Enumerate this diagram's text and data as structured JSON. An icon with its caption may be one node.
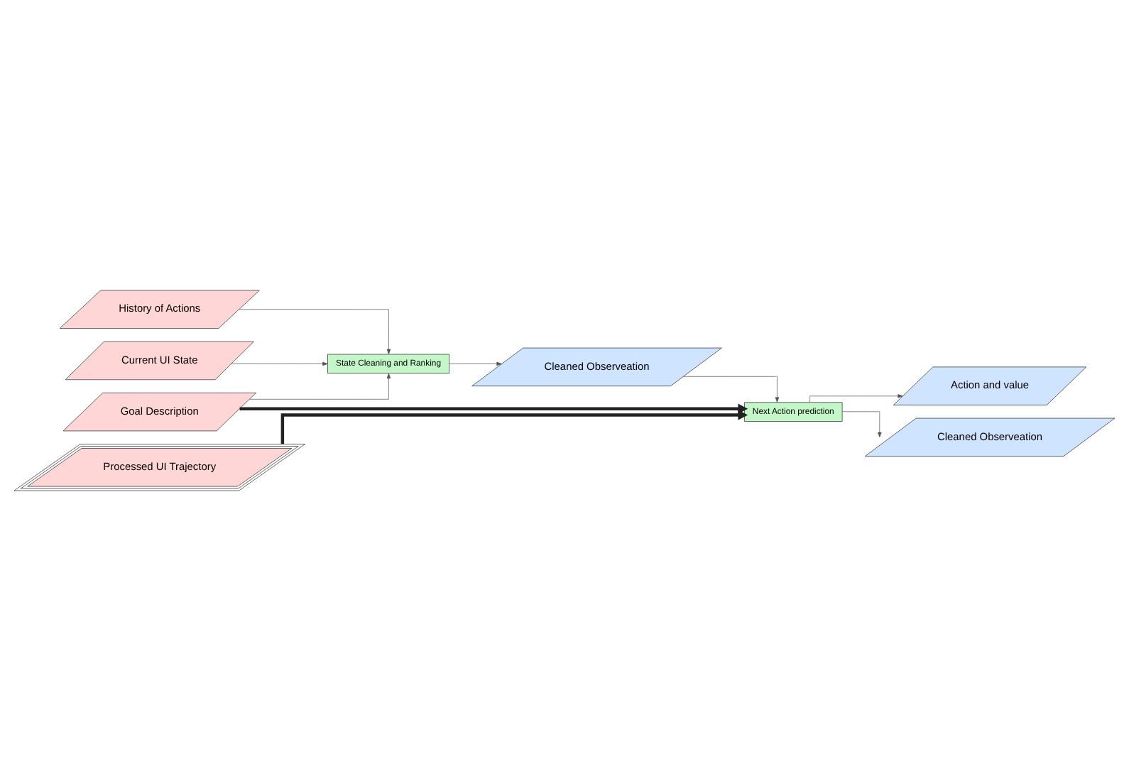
{
  "diagram": {
    "nodes": [
      {
        "text": [
          "History of Actions"
        ]
      },
      {
        "text": [
          "Current UI State"
        ]
      },
      {
        "text": [
          "Goal Description"
        ]
      },
      {
        "text": [
          "Processed UI Trajectory"
        ]
      },
      {
        "text": [
          "State Cleaning and Ranking"
        ]
      },
      {
        "text": [
          "Cleaned Observeation"
        ]
      },
      {
        "text": [
          "Next Action prediction"
        ]
      },
      {
        "text": [
          "Action and value"
        ]
      },
      {
        "text": [
          "Cleaned Observeation"
        ]
      }
    ],
    "edges": [
      {
        "from": 0,
        "to": 4,
        "arrow": "to"
      },
      {
        "from": 1,
        "to": 4,
        "arrow": "to"
      },
      {
        "from": 2,
        "to": 4,
        "arrow": "to"
      },
      {
        "from": 2,
        "to": 6,
        "arrow": "to",
        "style": "thick"
      },
      {
        "from": 3,
        "to": 6,
        "arrow": "to",
        "style": "thick"
      },
      {
        "from": 4,
        "to": 5,
        "arrow": "to"
      },
      {
        "from": 5,
        "to": 6,
        "arrow": "to"
      },
      {
        "from": 6,
        "to": 7,
        "arrow": "to"
      },
      {
        "from": 6,
        "to": 8,
        "arrow": "to"
      }
    ]
  }
}
